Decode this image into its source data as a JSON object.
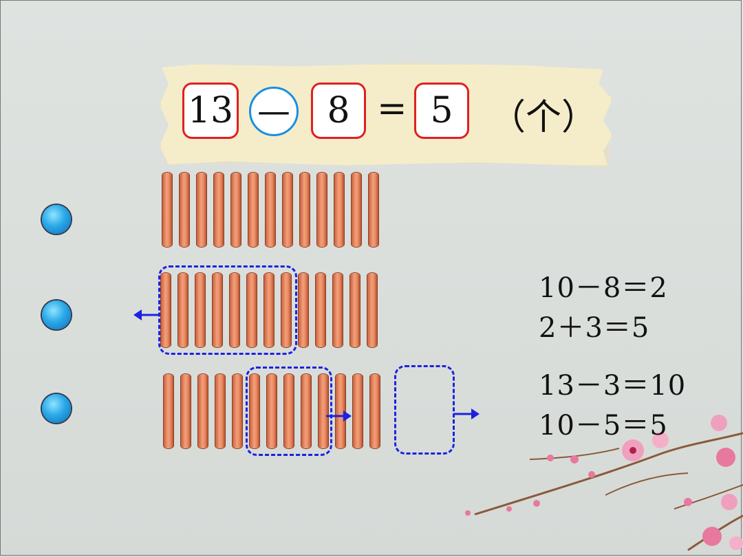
{
  "equation": {
    "minuend": "13",
    "operator": "—",
    "subtrahend": "8",
    "equals": "=",
    "result": "5",
    "unit": "（个）"
  },
  "method_two": {
    "line1": "10－8＝2",
    "line2": "2＋3＝5"
  },
  "method_three": {
    "line1": "13－3＝10",
    "line2": "10－5＝5"
  },
  "stick_rows": [
    13,
    13,
    13
  ],
  "colors": {
    "box_border": "#e02020",
    "circle_border": "#1a8fe0",
    "dashed": "#1c22e0",
    "arrow": "#1c22e0",
    "stick": "#e98a63"
  }
}
